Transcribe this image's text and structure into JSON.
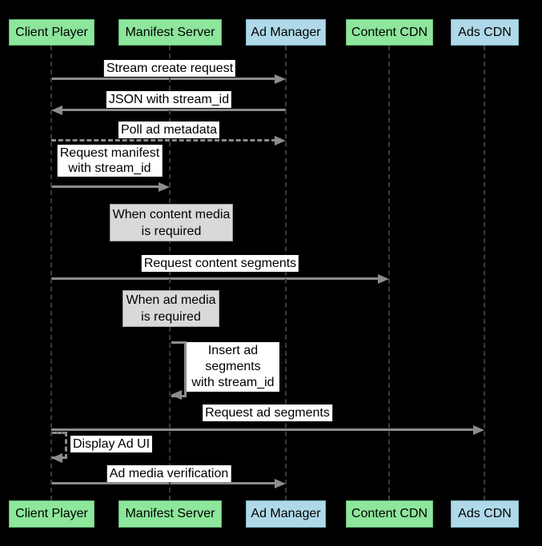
{
  "diagram_type": "sequence-diagram",
  "colors": {
    "background": "#000000",
    "participant_green": "#8de69b",
    "participant_blue": "#afd9e8",
    "arrow": "#8c8c8c",
    "lifeline": "#3b3b3b",
    "note_fill": "#d9d9d9",
    "note_border": "#a1a1a1",
    "label_background": "#ffffff",
    "text": "#000000"
  },
  "participants": [
    {
      "label": "Client Player",
      "color": "#8de69b"
    },
    {
      "label": "Manifest Server",
      "color": "#8de69b"
    },
    {
      "label": "Ad Manager",
      "color": "#afd9e8"
    },
    {
      "label": "Content CDN",
      "color": "#8de69b"
    },
    {
      "label": "Ads CDN",
      "color": "#afd9e8"
    }
  ],
  "messages": {
    "stream_create_request": {
      "label": "Stream create request",
      "from": "Client Player",
      "to": "Ad Manager",
      "style": "solid"
    },
    "json_with_stream_id": {
      "label": "JSON with stream_id",
      "from": "Ad Manager",
      "to": "Client Player",
      "style": "solid"
    },
    "poll_ad_metadata": {
      "label": "Poll ad metadata",
      "from": "Client Player",
      "to": "Ad Manager",
      "style": "dashed"
    },
    "request_manifest": {
      "label": "Request manifest\nwith stream_id",
      "from": "Client Player",
      "to": "Manifest Server",
      "style": "solid"
    },
    "request_content_segments": {
      "label": "Request content segments",
      "from": "Client Player",
      "to": "Content CDN",
      "style": "solid"
    },
    "insert_ad_segments": {
      "label": "Insert ad\nsegments\nwith stream_id",
      "from": "Manifest Server",
      "to": "Manifest Server",
      "style": "solid-self-loop"
    },
    "request_ad_segments": {
      "label": "Request ad segments",
      "from": "Client Player",
      "to": "Ads CDN",
      "style": "solid"
    },
    "display_ad_ui": {
      "label": "Display Ad UI",
      "from": "Client Player",
      "to": "Client Player",
      "style": "dashed-self-loop"
    },
    "ad_media_verification": {
      "label": "Ad media verification",
      "from": "Client Player",
      "to": "Ad Manager",
      "style": "solid"
    }
  },
  "notes": {
    "content_media": "When content media\nis required",
    "ad_media": "When ad media\nis required"
  }
}
